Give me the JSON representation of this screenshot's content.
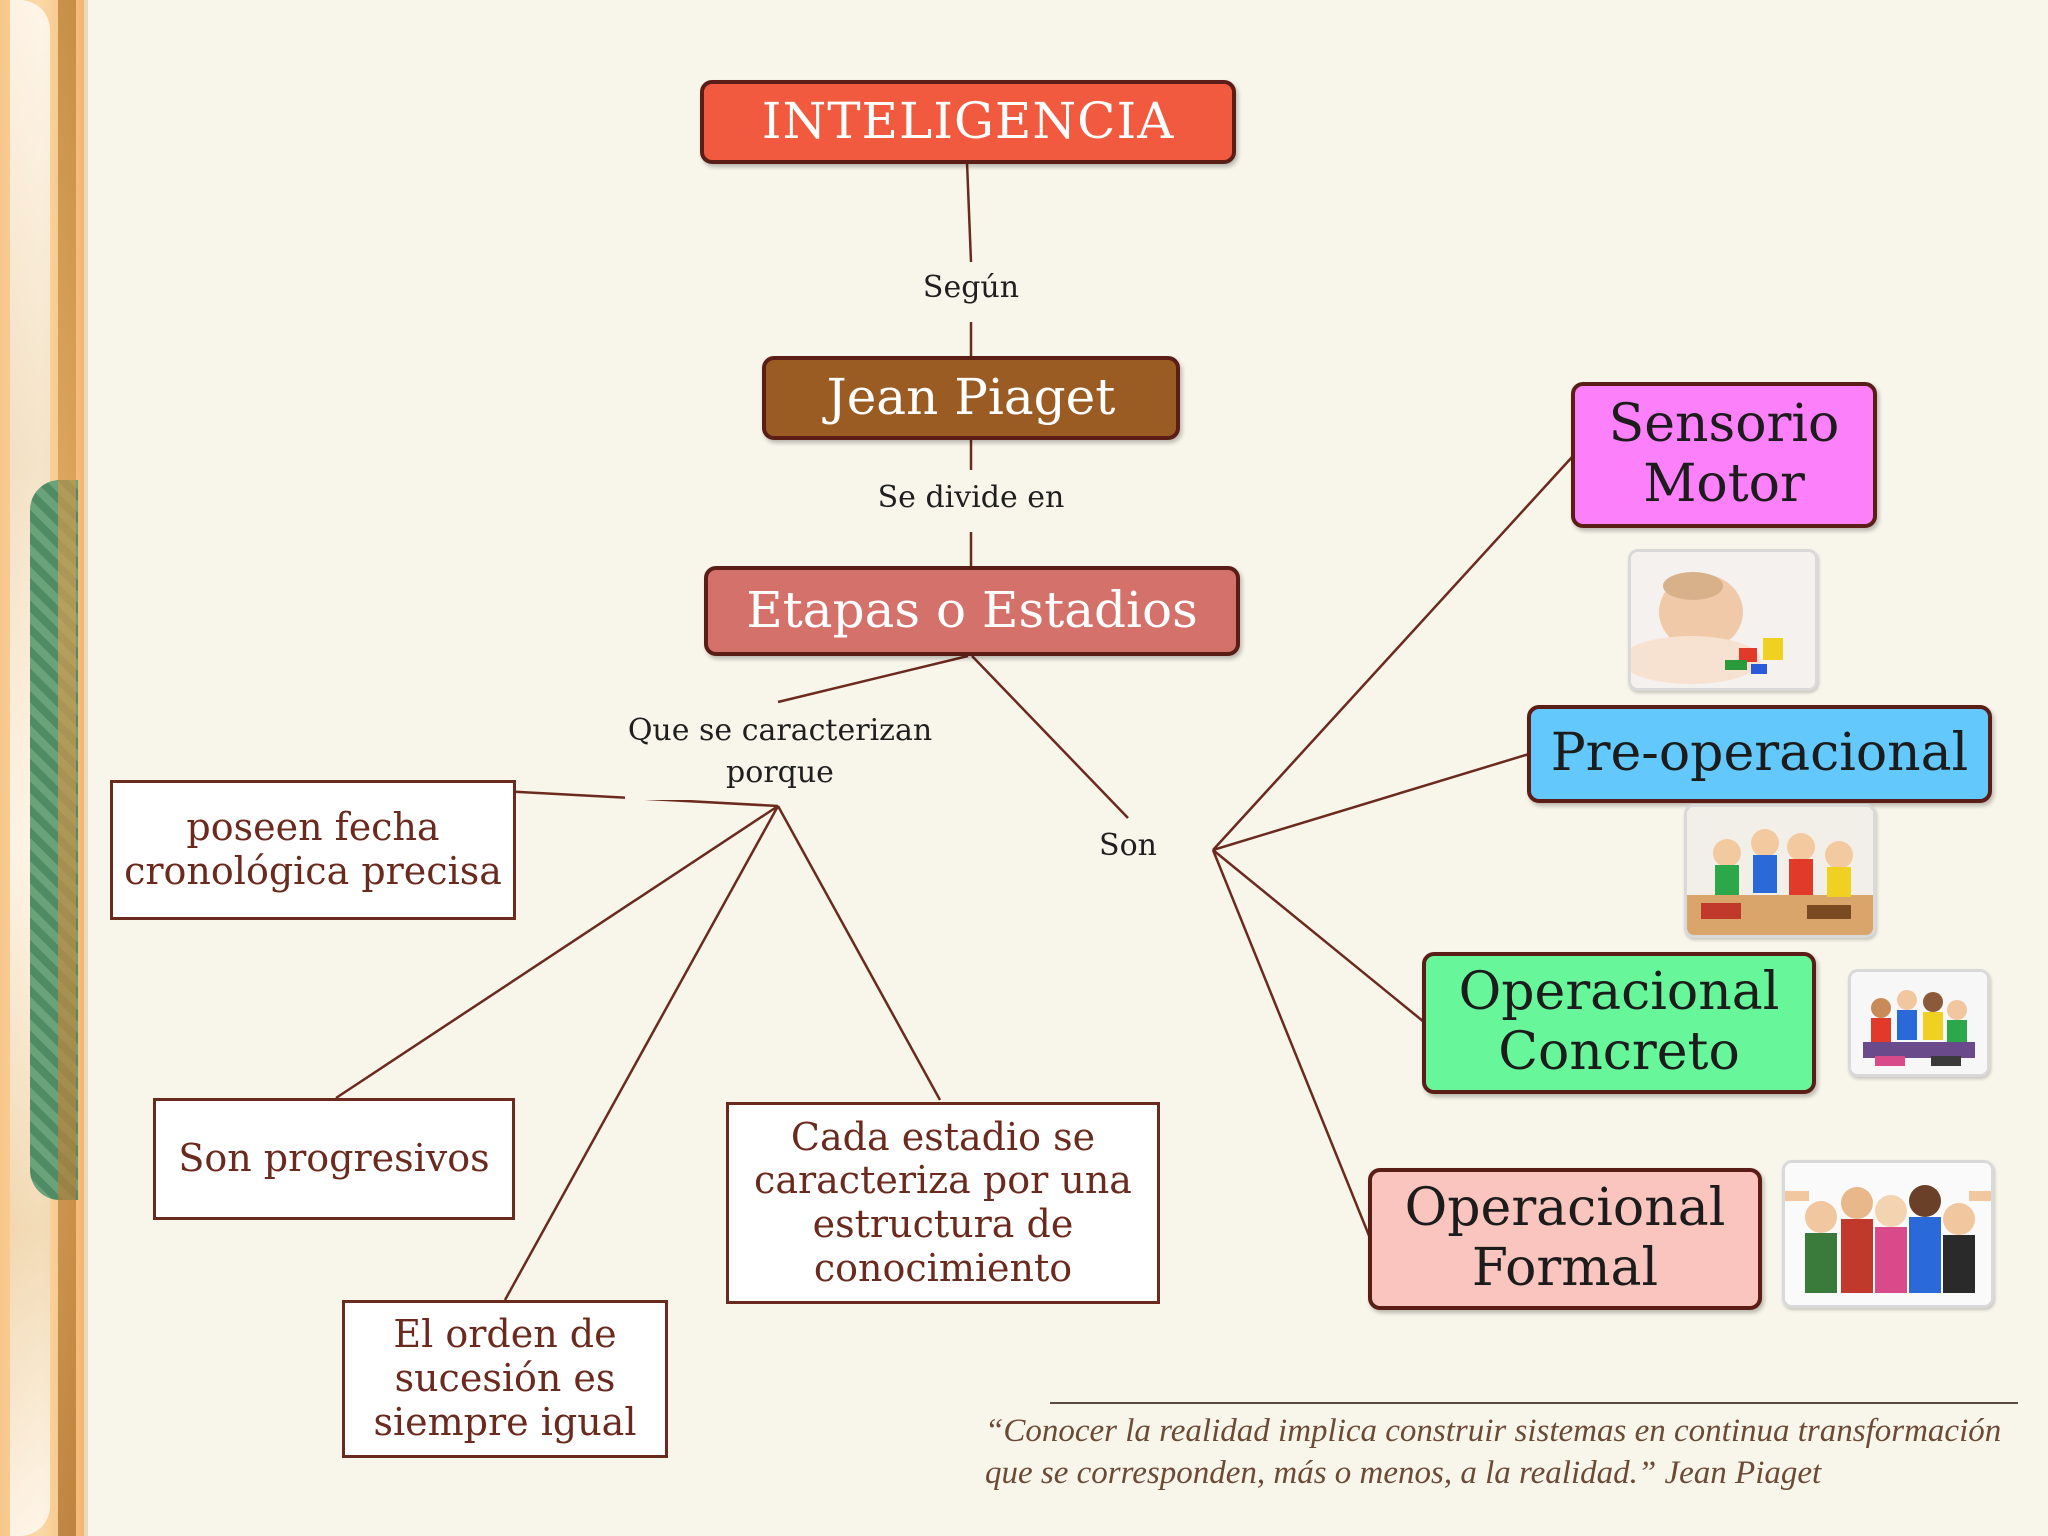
{
  "main_node": {
    "label": "INTELIGENCIA"
  },
  "connector_labels": {
    "segun": "Según",
    "se_divide_en": "Se divide en",
    "que_se_caracterizan": "Que se caracterizan porque",
    "son": "Son"
  },
  "author_node": {
    "label": "Jean Piaget"
  },
  "stages_node": {
    "label": "Etapas o Estadios"
  },
  "characteristics": [
    {
      "text": "poseen fecha cronológica precisa"
    },
    {
      "text": "Son progresivos"
    },
    {
      "text": "El orden de sucesión es siempre igual"
    },
    {
      "text": "Cada estadio se caracteriza por una estructura de conocimiento"
    }
  ],
  "stages": [
    {
      "label": "Sensorio Motor",
      "color": "#fb80fa"
    },
    {
      "label": "Pre-operacional",
      "color": "#63c8fb"
    },
    {
      "label": "Operacional Concreto",
      "color": "#67f79a"
    },
    {
      "label": "Operacional Formal",
      "color": "#f9c5be"
    }
  ],
  "colors": {
    "inteligencia": "#f15a3f",
    "jean_piaget": "#9b5c24",
    "etapas": "#d3716a"
  },
  "photos": [
    {
      "icon": "baby-playing-photo"
    },
    {
      "icon": "toy-figures-photo"
    },
    {
      "icon": "children-group-photo"
    },
    {
      "icon": "teenagers-group-photo"
    }
  ],
  "quote": {
    "text": "“Conocer la realidad implica construir sistemas en continua transformación que se corresponden, más o menos, a la realidad.” Jean Piaget"
  }
}
